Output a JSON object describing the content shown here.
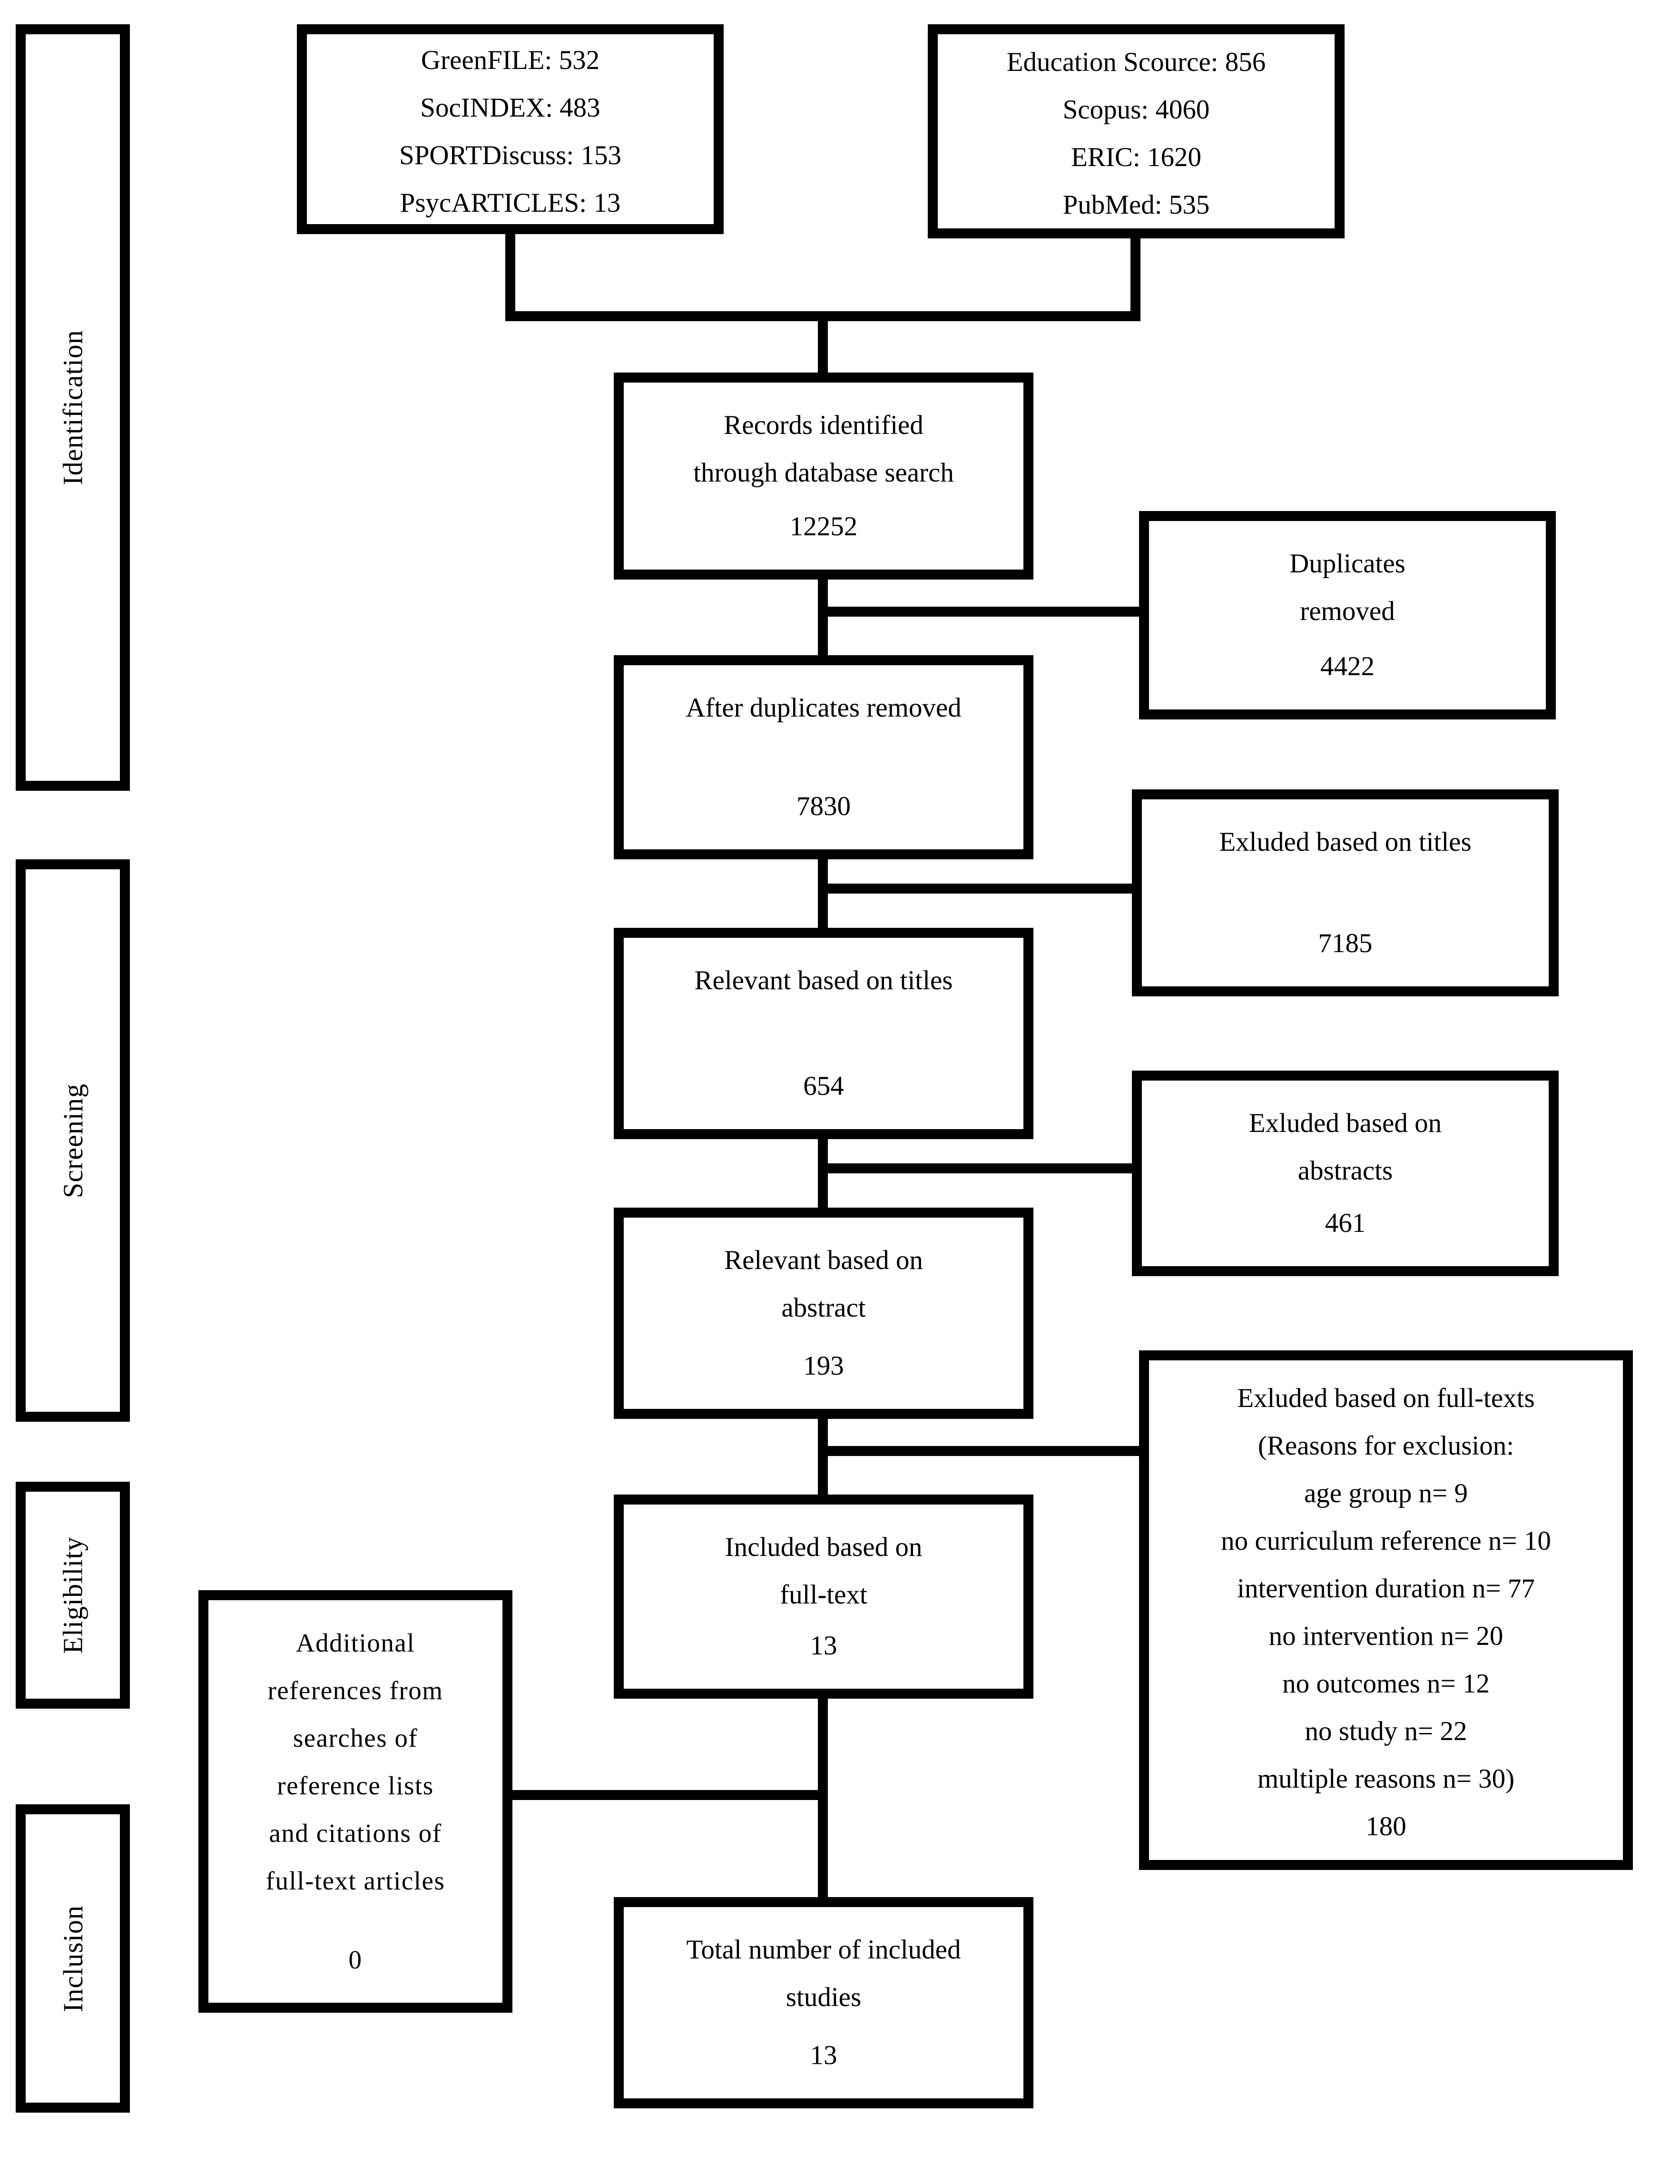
{
  "diagram": {
    "type": "prisma-flow",
    "colors": {
      "line": "#000000",
      "background": "#ffffff",
      "text": "#000000"
    }
  },
  "stages": [
    {
      "label": "Identification"
    },
    {
      "label": "Screening"
    },
    {
      "label": "Eligibility"
    },
    {
      "label": "Inclusion"
    }
  ],
  "boxes": {
    "sources_left": {
      "lines": [
        "GreenFILE: 532",
        "SocINDEX: 483",
        "SPORTDiscuss: 153",
        "PsycARTICLES: 13"
      ]
    },
    "sources_right": {
      "lines": [
        "Education Scource: 856",
        "Scopus: 4060",
        "ERIC: 1620",
        "PubMed: 535"
      ]
    },
    "records_identified": {
      "lines": [
        "Records identified",
        "through database search"
      ],
      "count": "12252"
    },
    "duplicates_removed": {
      "lines": [
        "Duplicates",
        "removed"
      ],
      "count": "4422"
    },
    "after_duplicates": {
      "lines": [
        "After duplicates removed"
      ],
      "count": "7830"
    },
    "excluded_titles": {
      "lines": [
        "Exluded based on titles"
      ],
      "count": "7185"
    },
    "relevant_titles": {
      "lines": [
        "Relevant based on titles"
      ],
      "count": "654"
    },
    "excluded_abstracts": {
      "lines": [
        "Exluded based on",
        "abstracts"
      ],
      "count": "461"
    },
    "relevant_abstract": {
      "lines": [
        "Relevant based on",
        "abstract"
      ],
      "count": "193"
    },
    "excluded_fulltexts": {
      "lines": [
        "Exluded based on full-texts",
        "(Reasons for exclusion:",
        "age group n= 9",
        "no curriculum reference n= 10",
        "intervention duration n= 77",
        "no intervention n= 20",
        "no outcomes n= 12",
        "no study n= 22",
        "multiple reasons n= 30)"
      ],
      "count": "180"
    },
    "included_fulltext": {
      "lines": [
        "Included based on",
        "full-text"
      ],
      "count": "13"
    },
    "additional_references": {
      "lines": [
        "Additional",
        "references from",
        "searches of",
        "reference lists",
        "and citations of",
        "full-text articles"
      ],
      "count": "0"
    },
    "total_included": {
      "lines": [
        "Total number of included",
        "studies"
      ],
      "count": "13"
    }
  }
}
